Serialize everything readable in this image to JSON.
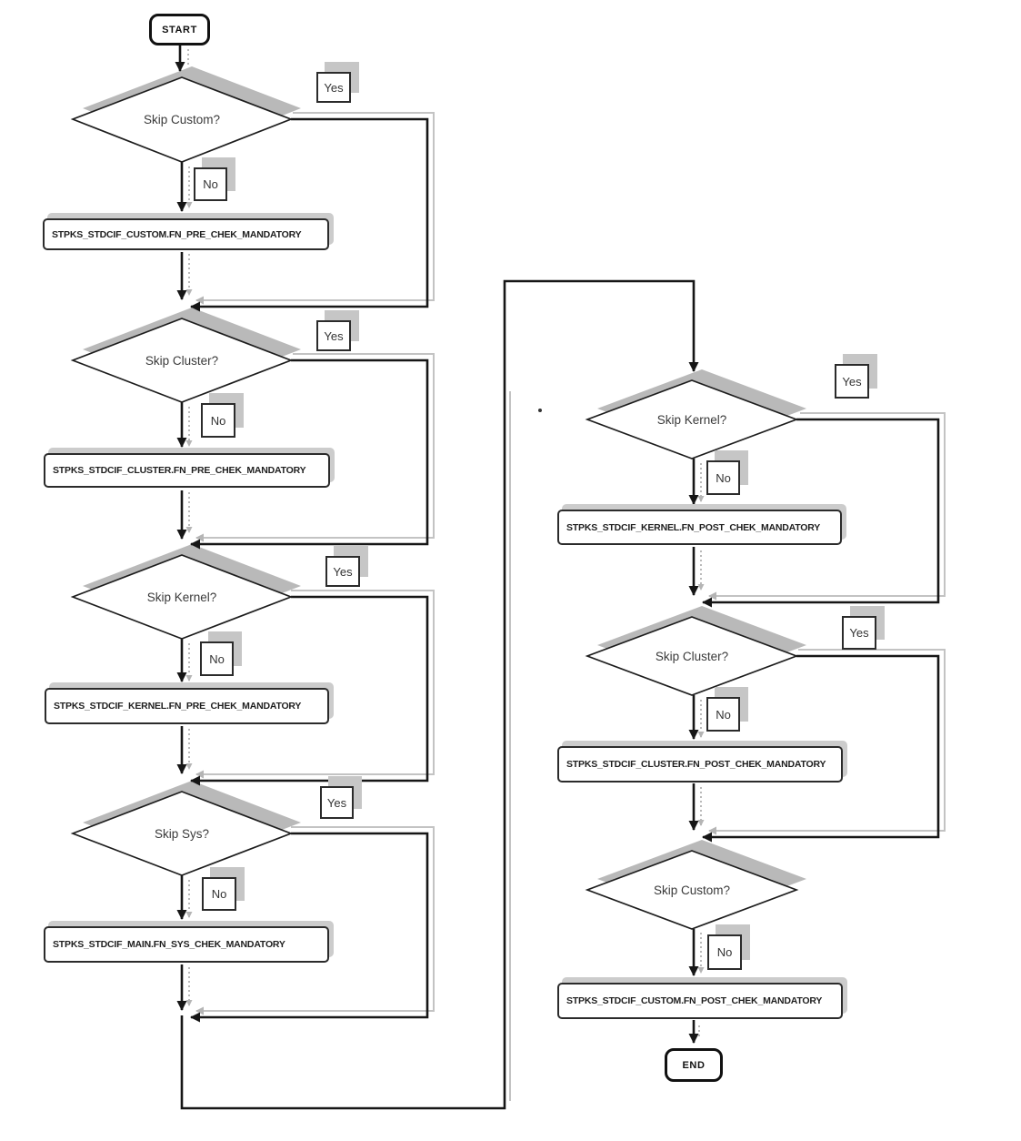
{
  "colors": {
    "line": "#161616",
    "diamond_shadow": "#b9b9b9",
    "loop_shadow": "#c3c3c3",
    "box_shadow": "#cccccc",
    "background": "#ffffff",
    "text": "#1e1e1e"
  },
  "flow": {
    "start": {
      "label": "START"
    },
    "end": {
      "label": "END"
    },
    "yes": "Yes",
    "no": "No",
    "left": {
      "decisions": [
        {
          "label": "Skip Custom?"
        },
        {
          "label": "Skip Cluster?"
        },
        {
          "label": "Skip Kernel?"
        },
        {
          "label": "Skip Sys?"
        }
      ],
      "processes": [
        {
          "label": "STPKS_STDCIF_CUSTOM.FN_PRE_CHEK_MANDATORY"
        },
        {
          "label": "STPKS_STDCIF_CLUSTER.FN_PRE_CHEK_MANDATORY"
        },
        {
          "label": "STPKS_STDCIF_KERNEL.FN_PRE_CHEK_MANDATORY"
        },
        {
          "label": "STPKS_STDCIF_MAIN.FN_SYS_CHEK_MANDATORY"
        }
      ]
    },
    "right": {
      "decisions": [
        {
          "label": "Skip Kernel?"
        },
        {
          "label": "Skip Cluster?"
        },
        {
          "label": "Skip Custom?"
        }
      ],
      "processes": [
        {
          "label": "STPKS_STDCIF_KERNEL.FN_POST_CHEK_MANDATORY"
        },
        {
          "label": "STPKS_STDCIF_CLUSTER.FN_POST_CHEK_MANDATORY"
        },
        {
          "label": "STPKS_STDCIF_CUSTOM.FN_POST_CHEK_MANDATORY"
        }
      ]
    }
  }
}
